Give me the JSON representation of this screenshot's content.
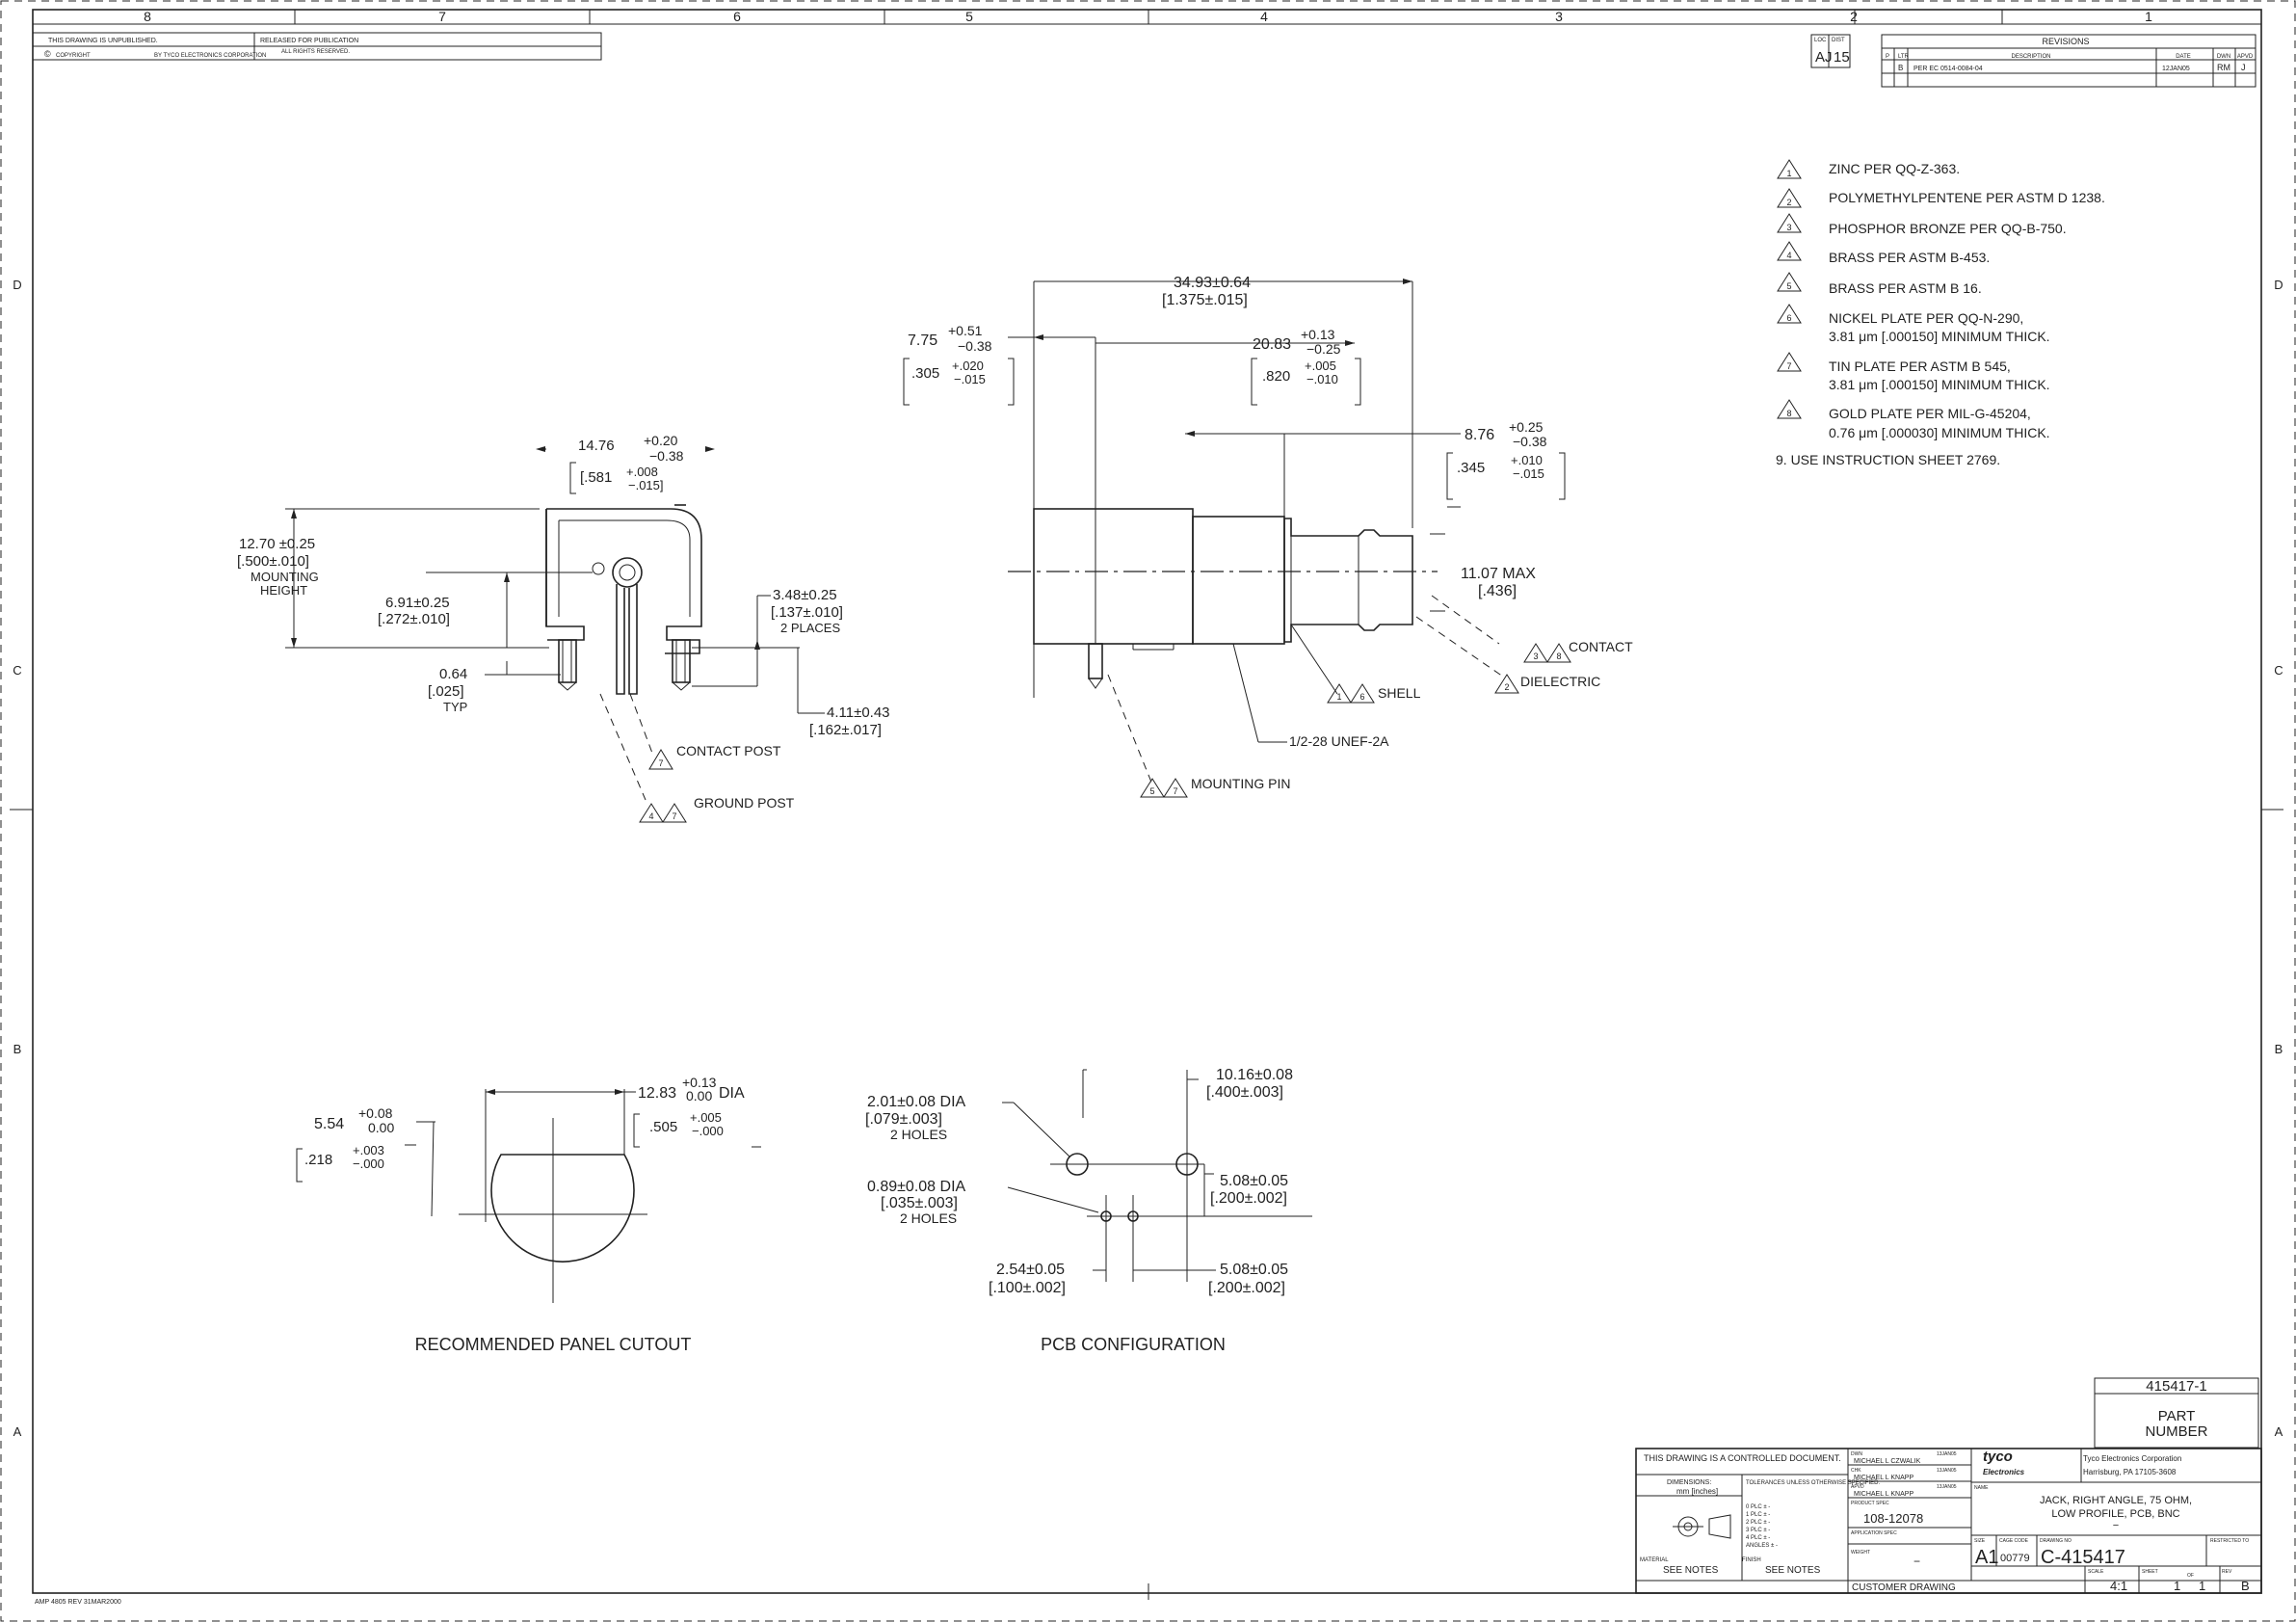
{
  "zones_top": [
    "8",
    "7",
    "6",
    "5",
    "4",
    "3",
    "2",
    "1"
  ],
  "zones_side": [
    "D",
    "C",
    "B",
    "A"
  ],
  "header": {
    "unpublished": "THIS DRAWING IS UNPUBLISHED.",
    "released": "RELEASED FOR PUBLICATION",
    "copyright": "COPYRIGHT",
    "company": "BY TYCO ELECTRONICS CORPORATION",
    "rights": "ALL RIGHTS RESERVED."
  },
  "revisions": {
    "title": "REVISIONS",
    "loc_label": "LOC",
    "loc": "AJ",
    "dist_label": "DIST",
    "dist": "15",
    "col_p": "P",
    "col_ltr": "LTR",
    "col_desc": "DESCRIPTION",
    "col_date": "DATE",
    "col_dwn": "DWN",
    "col_apvd": "APVD",
    "row_ltr": "B",
    "row_desc": "PER EC 0514-0084-04",
    "row_date": "12JAN05",
    "row_dwn": "RM",
    "row_apvd": "J"
  },
  "notes": [
    {
      "num": "1",
      "text": "ZINC PER QQ-Z-363."
    },
    {
      "num": "2",
      "text": "POLYMETHYLPENTENE PER ASTM D 1238."
    },
    {
      "num": "3",
      "text": "PHOSPHOR BRONZE PER QQ-B-750."
    },
    {
      "num": "4",
      "text": "BRASS PER ASTM B-453."
    },
    {
      "num": "5",
      "text": "BRASS PER ASTM B 16."
    },
    {
      "num": "6",
      "text": "NICKEL PLATE PER QQ-N-290,",
      "text2": "3.81 μm [.000150] MINIMUM THICK."
    },
    {
      "num": "7",
      "text": "TIN PLATE PER ASTM B 545,",
      "text2": "3.81 μm [.000150] MINIMUM THICK."
    },
    {
      "num": "8",
      "text": "GOLD PLATE PER MIL-G-45204,",
      "text2": "0.76 μm [.000030] MINIMUM THICK."
    }
  ],
  "note9": "9. USE INSTRUCTION SHEET 2769.",
  "side_view": {
    "w_dim": "14.76",
    "w_tol_p": "+0.20",
    "w_tol_m": "−0.38",
    "w_in": "[.581",
    "w_in_tol_p": "+.008",
    "w_in_tol_m": "−.015]",
    "h_dim": "12.70 ±0.25",
    "h_in": "[.500±.010]",
    "h_lbl1": "MOUNTING",
    "h_lbl2": "HEIGHT",
    "p_dim": "6.91±0.25",
    "p_in": "[.272±.010]",
    "t_dim": "0.64",
    "t_in": "[.025]",
    "t_lbl": "TYP",
    "s_dim": "3.48±0.25",
    "s_in": "[.137±.010]",
    "s_lbl": "2 PLACES",
    "l_dim": "4.11±0.43",
    "l_in": "[.162±.017]",
    "contact_post": "CONTACT POST",
    "ground_post": "GROUND POST"
  },
  "front_view": {
    "ov_dim": "34.93±0.64",
    "ov_in": "[1.375±.015]",
    "a_dim": "7.75",
    "a_tol_p": "+0.51",
    "a_tol_m": "−0.38",
    "a_in": ".305",
    "a_in_p": "+.020",
    "a_in_m": "−.015",
    "b_dim": "20.83",
    "b_tol_p": "+0.13",
    "b_tol_m": "−0.25",
    "b_in": ".820",
    "b_in_p": "+.005",
    "b_in_m": "−.010",
    "c_dim": "8.76",
    "c_tol_p": "+0.25",
    "c_tol_m": "−0.38",
    "c_in": ".345",
    "c_in_p": "+.010",
    "c_in_m": "−.015",
    "max_dim": "11.07 MAX",
    "max_in": "[.436]",
    "contact": "CONTACT",
    "dielectric": "DIELECTRIC",
    "shell": "SHELL",
    "thread": "1/2-28 UNEF-2A",
    "mounting_pin": "MOUNTING PIN"
  },
  "panel_cutout": {
    "d_dim": "12.83",
    "d_tol_p": "+0.13",
    "d_tol_m": "0.00",
    "d_lbl": "DIA",
    "d_in": ".505",
    "d_in_p": "+.005",
    "d_in_m": "−.000",
    "f_dim": "5.54",
    "f_tol_p": "+0.08",
    "f_tol_m": "0.00",
    "f_in": ".218",
    "f_in_p": "+.003",
    "f_in_m": "−.000",
    "caption": "RECOMMENDED PANEL CUTOUT"
  },
  "pcb": {
    "big_dim": "2.01±0.08 DIA",
    "big_in": "[.079±.003]",
    "big_lbl": "2 HOLES",
    "small_dim": "0.89±0.08 DIA",
    "small_in": "[.035±.003]",
    "small_lbl": "2 HOLES",
    "sp1_dim": "10.16±0.08",
    "sp1_in": "[.400±.003]",
    "sp2_dim": "5.08±0.05",
    "sp2_in": "[.200±.002]",
    "sp3_dim": "5.08±0.05",
    "sp3_in": "[.200±.002]",
    "sp4_dim": "2.54±0.05",
    "sp4_in": "[.100±.002]",
    "caption": "PCB CONFIGURATION"
  },
  "title_block": {
    "part_no": "415417-1",
    "part_label1": "PART",
    "part_label2": "NUMBER",
    "controlled": "THIS DRAWING IS A CONTROLLED DOCUMENT.",
    "dimensions": "DIMENSIONS:",
    "units": "mm [inches]",
    "tolerances": "TOLERANCES UNLESS OTHERWISE SPECIFIED:",
    "tol_rows": [
      "0 PLC ±  -",
      "1 PLC ±  -",
      "2 PLC ±  -",
      "3 PLC ±  -",
      "4 PLC ±  -",
      "ANGLES ±  -"
    ],
    "material": "MATERIAL",
    "finish": "FINISH",
    "see_notes1": "SEE NOTES",
    "see_notes2": "SEE NOTES",
    "dwn_label": "DWN",
    "dwn_name": "MICHAEL L CZWALIK",
    "dwn_date": "13JAN05",
    "chk_label": "CHK",
    "chk_name": "MICHAEL L KNAPP",
    "chk_date": "13JAN05",
    "apvd_label": "APVD",
    "apvd_name": "MICHAEL L KNAPP",
    "apvd_date": "13JAN05",
    "product_spec": "PRODUCT SPEC",
    "product_spec_val": "108-12078",
    "app_spec": "APPLICATION SPEC",
    "weight": "WEIGHT",
    "weight_val": "−",
    "logo1": "tyco",
    "logo2": "Electronics",
    "company": "Tyco Electronics Corporation",
    "address": "Harrisburg, PA 17105-3608",
    "name_label": "NAME",
    "title1": "JACK, RIGHT ANGLE, 75 OHM,",
    "title2": "LOW PROFILE, PCB, BNC",
    "size_label": "SIZE",
    "size": "A1",
    "cage_label": "CAGE CODE",
    "cage": "00779",
    "dwg_label": "DRAWING NO",
    "dwg": "C-415417",
    "restricted": "RESTRICTED TO",
    "customer": "CUSTOMER DRAWING",
    "scale_label": "SCALE",
    "scale": "4:1",
    "sheet_label": "SHEET",
    "sheet": "1",
    "of": "OF",
    "sheets": "1",
    "rev_label": "REV",
    "rev": "B"
  },
  "footer": "AMP 4805 REV 31MAR2000"
}
